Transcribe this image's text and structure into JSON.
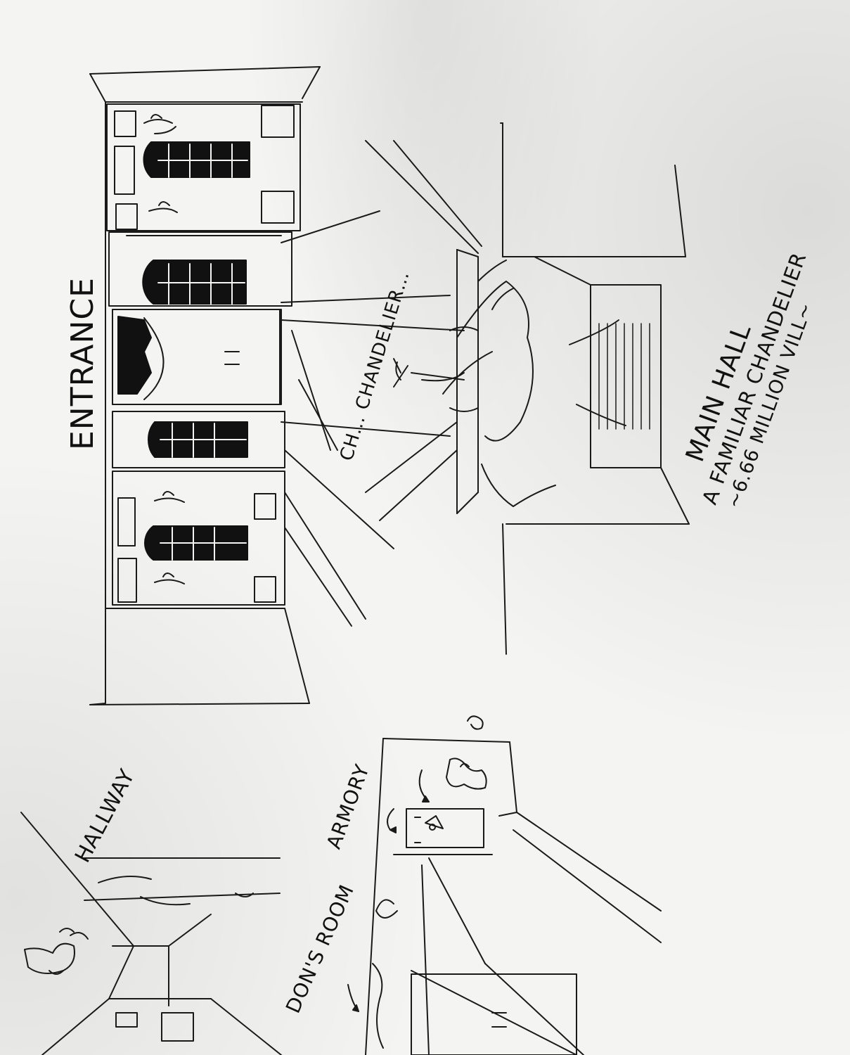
{
  "labels": {
    "entrance": "ENTRANCE",
    "chandelier": "CH… CHANDELIER…",
    "main_hall": "MAIN HALL",
    "familiar_chandelier": "A FAMILIAR CHANDELIER",
    "price": "~6.66 MILLION VILL~",
    "hallway": "HALLWAY",
    "armory": "ARMORY",
    "dons_room": "DON'S ROOM"
  }
}
